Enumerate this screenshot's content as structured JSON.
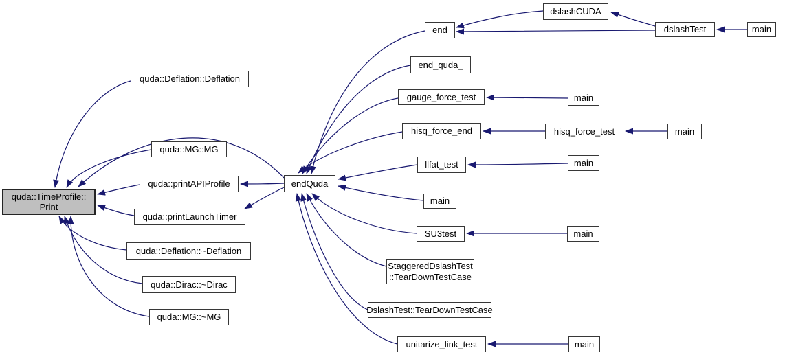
{
  "diagram_type": "caller-graph",
  "colors": {
    "edge": "#191970",
    "node_border": "#373737",
    "node_fill": "#ffffff",
    "highlight_fill": "#bfbfbf",
    "text": "#000000",
    "background": "#ffffff"
  },
  "nodes": [
    {
      "id": "print",
      "label": "quda::TimeProfile::\nPrint",
      "highlight": true
    },
    {
      "id": "deflation_ctor",
      "label": "quda::Deflation::Deflation"
    },
    {
      "id": "mg_ctor",
      "label": "quda::MG::MG"
    },
    {
      "id": "print_api",
      "label": "quda::printAPIProfile"
    },
    {
      "id": "print_launch",
      "label": "quda::printLaunchTimer"
    },
    {
      "id": "deflation_dtor",
      "label": "quda::Deflation::~Deflation"
    },
    {
      "id": "dirac_dtor",
      "label": "quda::Dirac::~Dirac"
    },
    {
      "id": "mg_dtor",
      "label": "quda::MG::~MG"
    },
    {
      "id": "endquda",
      "label": "endQuda"
    },
    {
      "id": "end",
      "label": "end"
    },
    {
      "id": "end_quda",
      "label": "end_quda_"
    },
    {
      "id": "gauge_force_test",
      "label": "gauge_force_test"
    },
    {
      "id": "hisq_force_end",
      "label": "hisq_force_end"
    },
    {
      "id": "llfat_test",
      "label": "llfat_test"
    },
    {
      "id": "main_direct",
      "label": "main"
    },
    {
      "id": "su3test",
      "label": "SU3test"
    },
    {
      "id": "staggered_teardown",
      "label": "StaggeredDslashTest\n::TearDownTestCase"
    },
    {
      "id": "dslash_teardown",
      "label": "DslashTest::TearDownTestCase"
    },
    {
      "id": "unitarize",
      "label": "unitarize_link_test"
    },
    {
      "id": "dslashcuda",
      "label": "dslashCUDA"
    },
    {
      "id": "dslashtest",
      "label": "dslashTest"
    },
    {
      "id": "main_dslash",
      "label": "main"
    },
    {
      "id": "main_gauge",
      "label": "main"
    },
    {
      "id": "hisq_force_test",
      "label": "hisq_force_test"
    },
    {
      "id": "main_hisq",
      "label": "main"
    },
    {
      "id": "main_llfat",
      "label": "main"
    },
    {
      "id": "main_su3",
      "label": "main"
    },
    {
      "id": "main_unitarize",
      "label": "main"
    }
  ],
  "edges": [
    {
      "from": "deflation_ctor",
      "to": "print"
    },
    {
      "from": "mg_ctor",
      "to": "print"
    },
    {
      "from": "print_api",
      "to": "print"
    },
    {
      "from": "print_launch",
      "to": "print"
    },
    {
      "from": "deflation_dtor",
      "to": "print"
    },
    {
      "from": "dirac_dtor",
      "to": "print"
    },
    {
      "from": "mg_dtor",
      "to": "print"
    },
    {
      "from": "endquda",
      "to": "print"
    },
    {
      "from": "endquda",
      "to": "print_api"
    },
    {
      "from": "endquda",
      "to": "print_launch"
    },
    {
      "from": "end",
      "to": "endquda"
    },
    {
      "from": "end_quda",
      "to": "endquda"
    },
    {
      "from": "gauge_force_test",
      "to": "endquda"
    },
    {
      "from": "hisq_force_end",
      "to": "endquda"
    },
    {
      "from": "llfat_test",
      "to": "endquda"
    },
    {
      "from": "main_direct",
      "to": "endquda"
    },
    {
      "from": "su3test",
      "to": "endquda"
    },
    {
      "from": "staggered_teardown",
      "to": "endquda"
    },
    {
      "from": "dslash_teardown",
      "to": "endquda"
    },
    {
      "from": "unitarize",
      "to": "endquda"
    },
    {
      "from": "dslashcuda",
      "to": "end"
    },
    {
      "from": "dslashtest",
      "to": "end"
    },
    {
      "from": "dslashtest",
      "to": "dslashcuda"
    },
    {
      "from": "main_dslash",
      "to": "dslashtest"
    },
    {
      "from": "main_gauge",
      "to": "gauge_force_test"
    },
    {
      "from": "hisq_force_test",
      "to": "hisq_force_end"
    },
    {
      "from": "main_hisq",
      "to": "hisq_force_test"
    },
    {
      "from": "main_llfat",
      "to": "llfat_test"
    },
    {
      "from": "main_su3",
      "to": "su3test"
    },
    {
      "from": "main_unitarize",
      "to": "unitarize"
    }
  ]
}
